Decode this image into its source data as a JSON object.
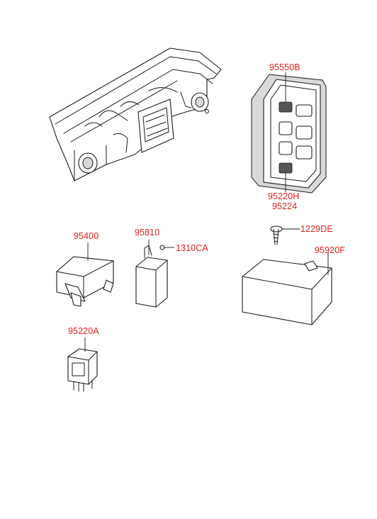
{
  "parts": {
    "p95550B": "95550B",
    "p95220H": "95220H",
    "p95224": "95224",
    "p1229DE": "1229DE",
    "p95400": "95400",
    "p95810": "95810",
    "p1310CA": "1310CA",
    "p95920F": "95920F",
    "p95220A": "95220A"
  },
  "colors": {
    "label": "#e0201b",
    "line": "#1a1a1a"
  }
}
